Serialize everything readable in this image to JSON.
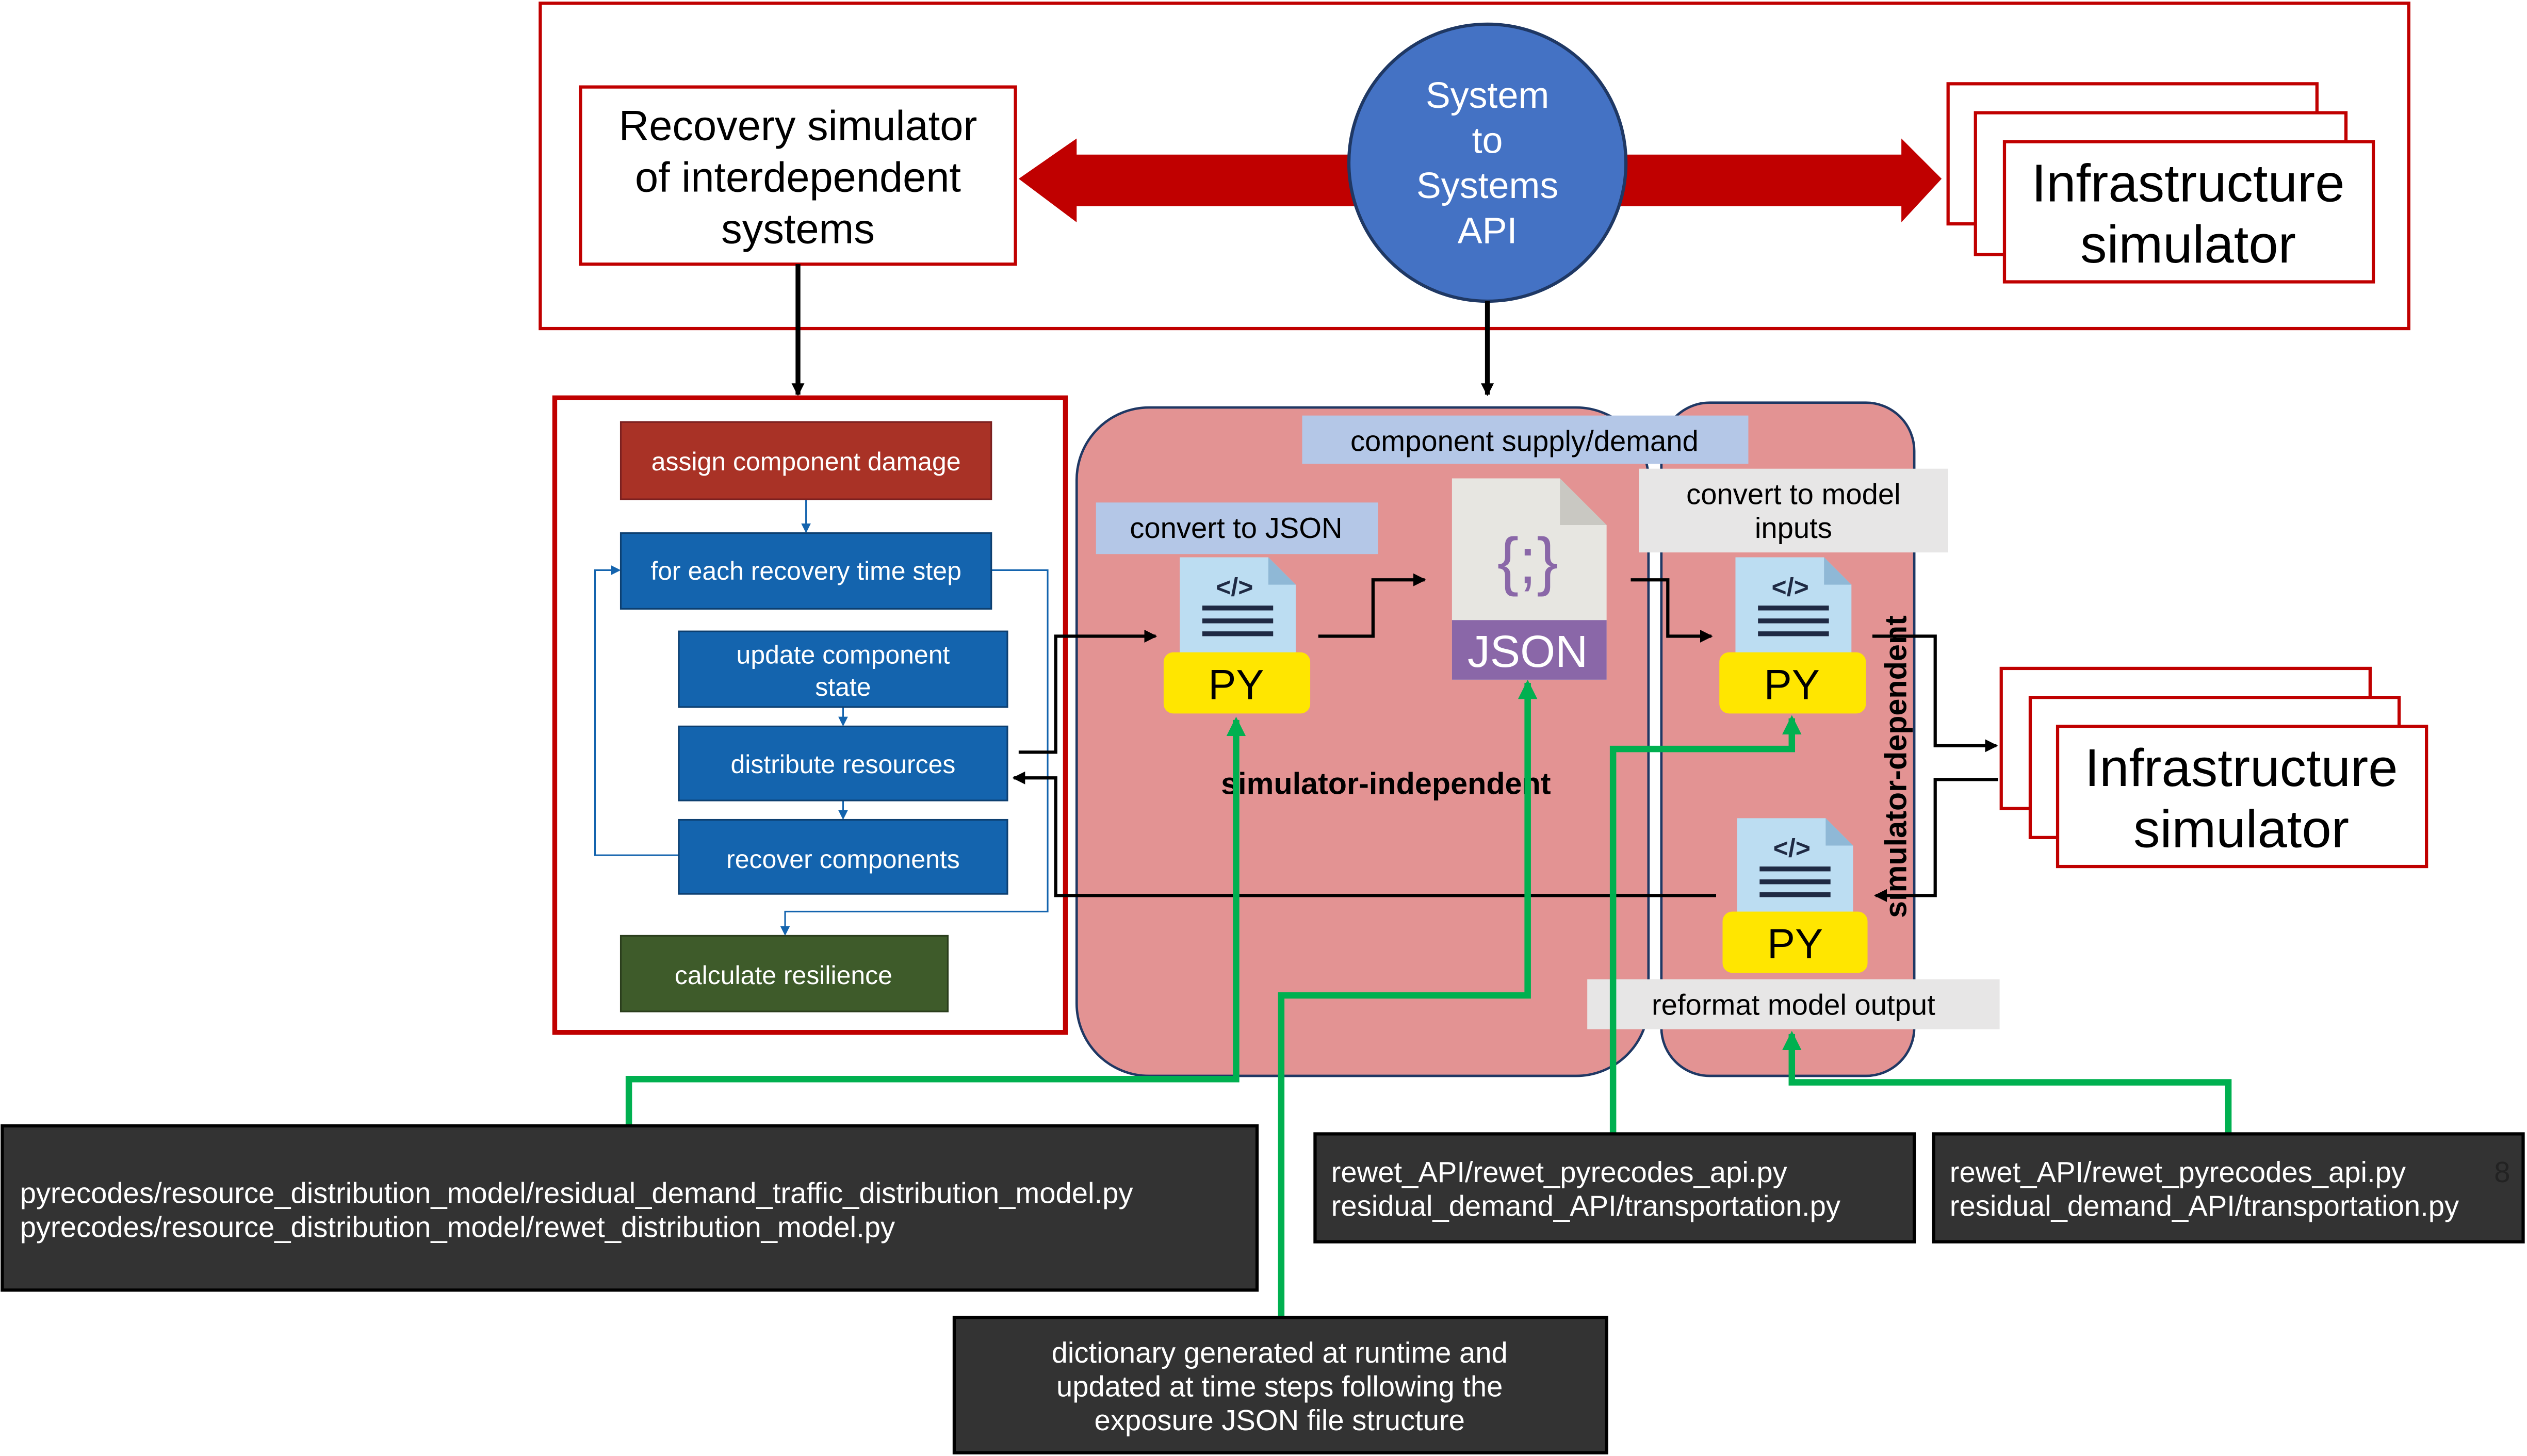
{
  "top": {
    "recovery_simulator": [
      "Recovery simulator",
      "of interdependent",
      "systems"
    ],
    "api_circle": [
      "System",
      "to",
      "Systems",
      "API"
    ],
    "infrastructure_simulator": [
      "Infrastructure",
      "simulator"
    ]
  },
  "workflow": {
    "assign_damage": "assign component damage",
    "for_each_step": "for each recovery time step",
    "update_state": [
      "update component",
      "state"
    ],
    "distribute": "distribute resources",
    "recover": "recover components",
    "resilience": "calculate resilience"
  },
  "middle": {
    "supply_demand": "component supply/demand",
    "convert_json": "convert to JSON",
    "convert_model_inputs": [
      "convert to model",
      "inputs"
    ],
    "reformat_output": "reformat model output",
    "sim_independent": "simulator-independent",
    "sim_dependent": "simulator-dependent",
    "py_label": "PY",
    "json_label": "JSON",
    "json_glyph": "{;}",
    "code_glyph": "</>"
  },
  "right": {
    "infrastructure_simulator": [
      "Infrastructure",
      "simulator"
    ]
  },
  "notes": {
    "left": [
      "pyrecodes/resource_distribution_model/residual_demand_traffic_distribution_model.py",
      "pyrecodes/resource_distribution_model/rewet_distribution_model.py"
    ],
    "middle_right": [
      "rewet_API/rewet_pyrecodes_api.py",
      "residual_demand_API/transportation.py"
    ],
    "far_right": [
      "rewet_API/rewet_pyrecodes_api.py",
      "residual_demand_API/transportation.py"
    ],
    "far_right_stray": "8",
    "dictionary": [
      "dictionary generated at runtime and",
      "updated at time steps following the",
      "exposure JSON file structure"
    ]
  },
  "colors": {
    "red": "#C00000",
    "api_blue": "#4472C4",
    "step_blue": "#1464AE",
    "damage_red": "#A93226",
    "resilience_green": "#3E5B2A",
    "panel_pink": "#E39393",
    "green_link": "#00B050",
    "note_dark": "#333333",
    "py_yellow": "#FFE600",
    "json_purple": "#8A67A8"
  }
}
